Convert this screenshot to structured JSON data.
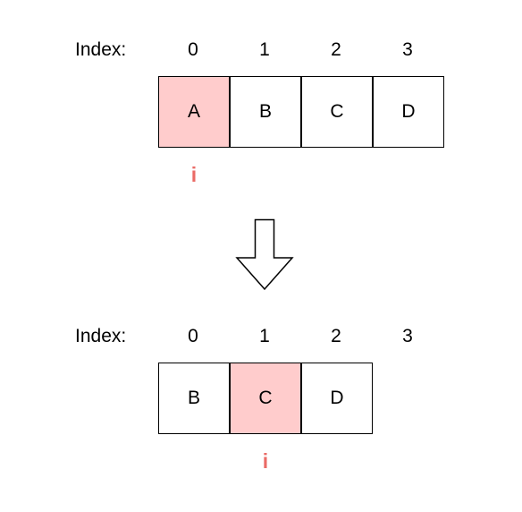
{
  "top": {
    "index_label": "Index:",
    "indices": [
      "0",
      "1",
      "2",
      "3"
    ],
    "cells": [
      "A",
      "B",
      "C",
      "D"
    ],
    "highlighted_cell": 0,
    "pointer": "i"
  },
  "bottom": {
    "index_label": "Index:",
    "indices": [
      "0",
      "1",
      "2",
      "3"
    ],
    "cells": [
      "B",
      "C",
      "D"
    ],
    "highlighted_cell": 1,
    "pointer": "i"
  },
  "colors": {
    "highlight_fill": "#ffcccc",
    "pointer_text": "#ea6b66",
    "stroke": "#000000"
  },
  "icons": {
    "transition": "arrow-down-icon"
  }
}
